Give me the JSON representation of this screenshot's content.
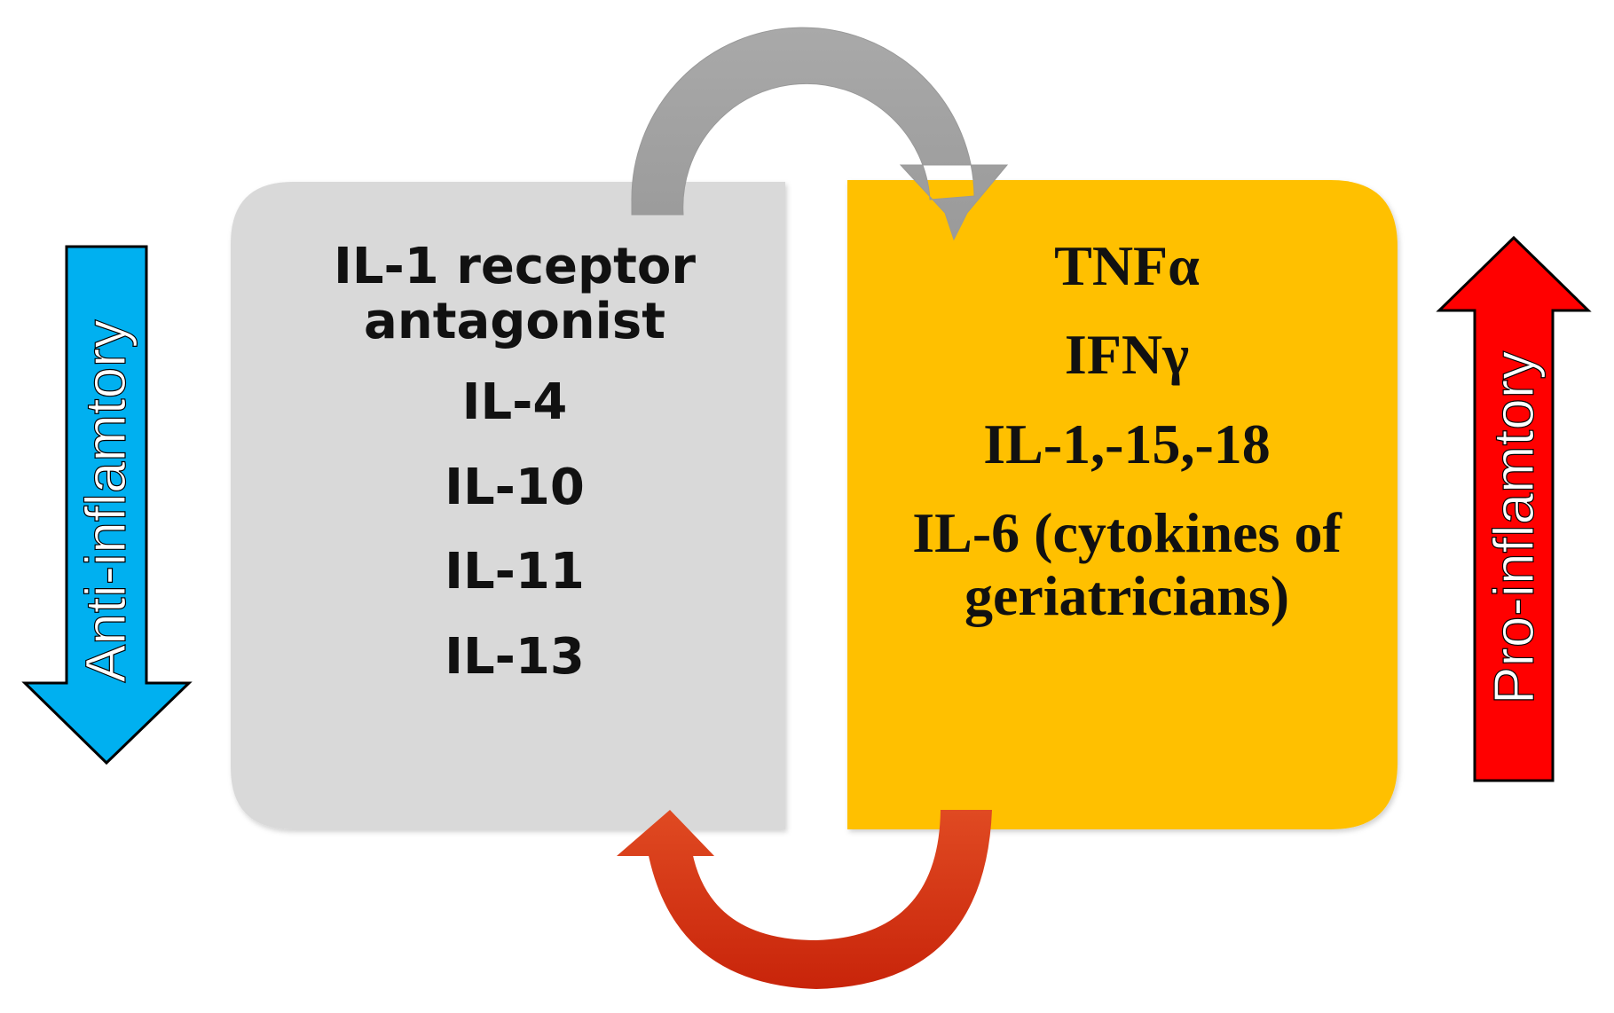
{
  "left_arrow": {
    "label": "Anti-inflamtory",
    "direction": "down",
    "color": "#00b0f0"
  },
  "right_arrow": {
    "label": "Pro-inflamtory",
    "direction": "up",
    "color": "#ff0000"
  },
  "left_panel": {
    "color": "#d9d9d9",
    "items": [
      "IL-1 receptor antagonist",
      "IL-4",
      "IL-10",
      "IL-11",
      "IL-13"
    ]
  },
  "right_panel": {
    "color": "#ffc000",
    "items": [
      "TNFα",
      "IFNγ",
      "IL-1,-15,-18",
      "IL-6 (cytokines of geriatricians)"
    ]
  },
  "cycle_arrows": {
    "top_color": "#a6a6a6",
    "bottom_color": "#d63a10"
  }
}
